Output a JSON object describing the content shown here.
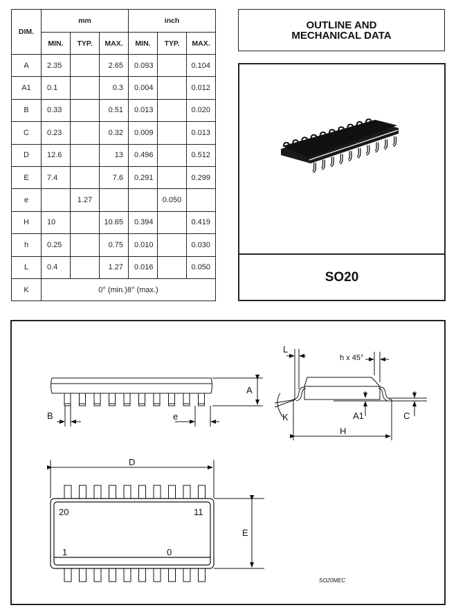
{
  "table": {
    "dim_header": "DIM.",
    "group_headers": [
      "mm",
      "inch"
    ],
    "sub_headers": [
      "MIN.",
      "TYP.",
      "MAX.",
      "MIN.",
      "TYP.",
      "MAX."
    ],
    "rows": [
      {
        "dim": "A",
        "mm_min": "2.35",
        "mm_typ": "",
        "mm_max": "2.65",
        "in_min": "0.093",
        "in_typ": "",
        "in_max": "0.104"
      },
      {
        "dim": "A1",
        "mm_min": "0.1",
        "mm_typ": "",
        "mm_max": "0.3",
        "in_min": "0.004",
        "in_typ": "",
        "in_max": "0.012"
      },
      {
        "dim": "B",
        "mm_min": "0.33",
        "mm_typ": "",
        "mm_max": "0.51",
        "in_min": "0.013",
        "in_typ": "",
        "in_max": "0.020"
      },
      {
        "dim": "C",
        "mm_min": "0.23",
        "mm_typ": "",
        "mm_max": "0.32",
        "in_min": "0.009",
        "in_typ": "",
        "in_max": "0.013"
      },
      {
        "dim": "D",
        "mm_min": "12.6",
        "mm_typ": "",
        "mm_max": "13",
        "in_min": "0.496",
        "in_typ": "",
        "in_max": "0.512"
      },
      {
        "dim": "E",
        "mm_min": "7.4",
        "mm_typ": "",
        "mm_max": "7.6",
        "in_min": "0.291",
        "in_typ": "",
        "in_max": "0.299"
      },
      {
        "dim": "e",
        "mm_min": "",
        "mm_typ": "1.27",
        "mm_max": "",
        "in_min": "",
        "in_typ": "0.050",
        "in_max": ""
      },
      {
        "dim": "H",
        "mm_min": "10",
        "mm_typ": "",
        "mm_max": "10.65",
        "in_min": "0.394",
        "in_typ": "",
        "in_max": "0.419"
      },
      {
        "dim": "h",
        "mm_min": "0.25",
        "mm_typ": "",
        "mm_max": "0.75",
        "in_min": "0.010",
        "in_typ": "",
        "in_max": "0.030"
      },
      {
        "dim": "L",
        "mm_min": "0.4",
        "mm_typ": "",
        "mm_max": "1.27",
        "in_min": "0.016",
        "in_typ": "",
        "in_max": "0.050"
      }
    ],
    "k_row": {
      "dim": "K",
      "value": "0° (min.)8° (max.)"
    }
  },
  "title": {
    "line1": "OUTLINE AND",
    "line2": "MECHANICAL DATA"
  },
  "package": {
    "name": "SO20",
    "pin_count": 20
  },
  "drawing": {
    "labels": {
      "A": "A",
      "B": "B",
      "e": "e",
      "L": "L",
      "h45": "h x 45°",
      "K": "K",
      "A1": "A1",
      "C": "C",
      "H": "H",
      "D": "D",
      "E": "E"
    },
    "pin_labels": {
      "top_left": "20",
      "top_right": "11",
      "bottom_left": "1",
      "bottom_right": "0"
    },
    "drawing_code": "SO20MEC"
  },
  "colors": {
    "ink": "#222222",
    "background": "#ffffff"
  }
}
